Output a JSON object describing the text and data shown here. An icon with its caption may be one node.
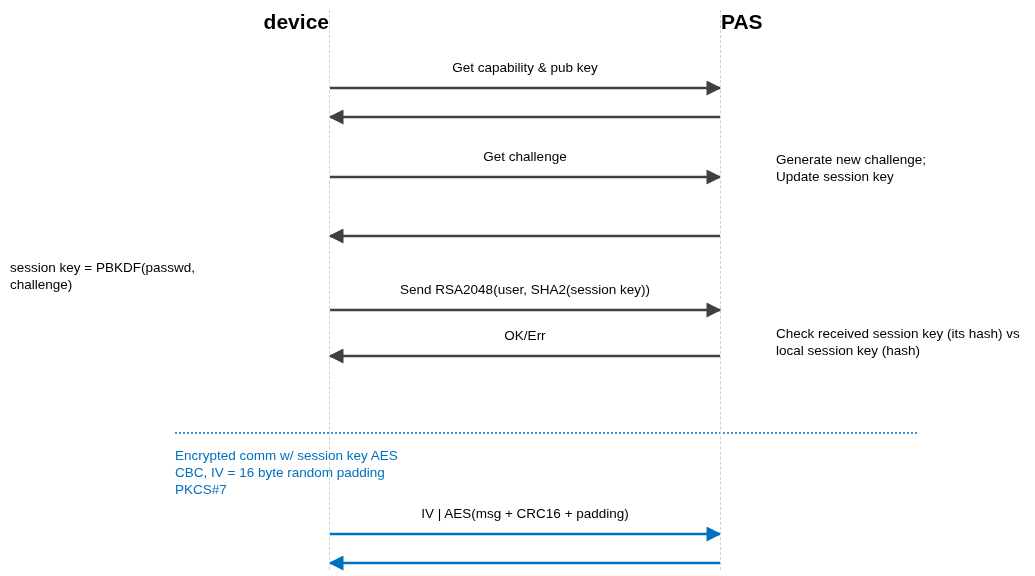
{
  "diagram": {
    "nodes": [
      {
        "text": [
          "device"
        ]
      },
      {
        "text": [
          "PAS"
        ]
      }
    ],
    "edges": [
      {
        "from": 0,
        "to": 1,
        "arrow": "to",
        "label": "Get capability & pub key"
      },
      {
        "from": 1,
        "to": 0,
        "arrow": "to"
      },
      {
        "from": 0,
        "to": 1,
        "arrow": "to",
        "label": "Get challenge"
      },
      {
        "from": 1,
        "to": 0,
        "arrow": "to"
      },
      {
        "from": 0,
        "to": 1,
        "arrow": "to",
        "label": "Send RSA2048(user, SHA2(session key))"
      },
      {
        "from": 1,
        "to": 0,
        "arrow": "to",
        "label": "OK/Err"
      },
      {
        "from": 0,
        "to": 1,
        "arrow": "to",
        "label": "IV | AES(msg + CRC16 + padding)",
        "color": "#0070c0"
      },
      {
        "from": 1,
        "to": 0,
        "arrow": "to",
        "color": "#0070c0"
      }
    ],
    "labels": [
      "Generate new challenge; Update session key",
      "session key = PBKDF(passwd, challenge)",
      "Check received session key (its hash) vs local session key (hash)",
      "Encrypted comm w/ session key AES CBC, IV = 16 byte random padding PKCS#7"
    ]
  }
}
